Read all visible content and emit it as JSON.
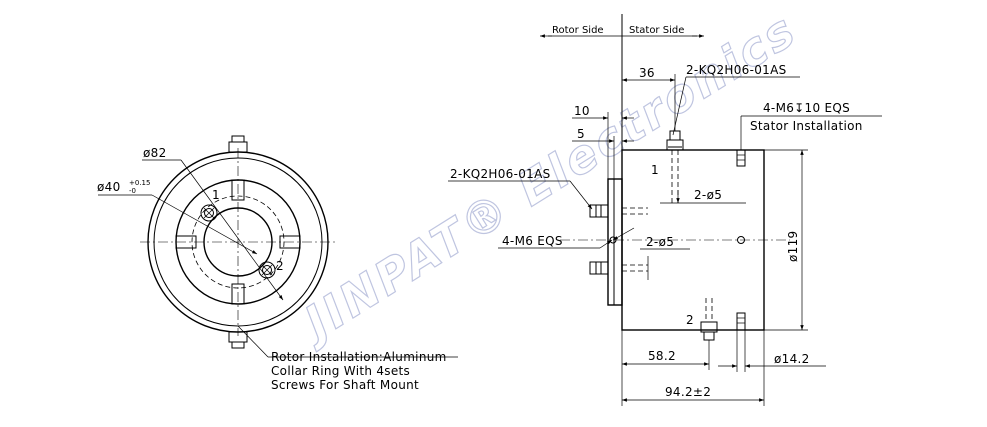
{
  "header": {
    "rotor_side": "Rotor Side",
    "stator_side": "Stator Side"
  },
  "left_view": {
    "dia_outer": "ø82",
    "dia_bore": "ø40",
    "dia_bore_tol_upper": "+0.15",
    "dia_bore_tol_lower": "-0",
    "port_1": "1",
    "port_2": "2",
    "note_line1": "Rotor Installation:Aluminum",
    "note_line2": "Collar Ring With 4sets",
    "note_line3": "Screws For Shaft Mount"
  },
  "side_view": {
    "dim_36": "36",
    "dim_10": "10",
    "dim_5": "5",
    "fitting_top": "2-KQ2H06-01AS",
    "fitting_left": "2-KQ2H06-01AS",
    "stator_holes": "4-M6↧10  EQS",
    "stator_install": "Stator Installation",
    "port_1": "1",
    "port_2": "2",
    "hole_top": "2-ø5",
    "hole_mid": "2-ø5",
    "rotor_holes": "4-M6  EQS",
    "dia_119": "ø119",
    "dim_58_2": "58.2",
    "dim_14_2": "ø14.2",
    "dim_94_2": "94.2±2"
  },
  "watermark": "JINPAT®  Electronics"
}
